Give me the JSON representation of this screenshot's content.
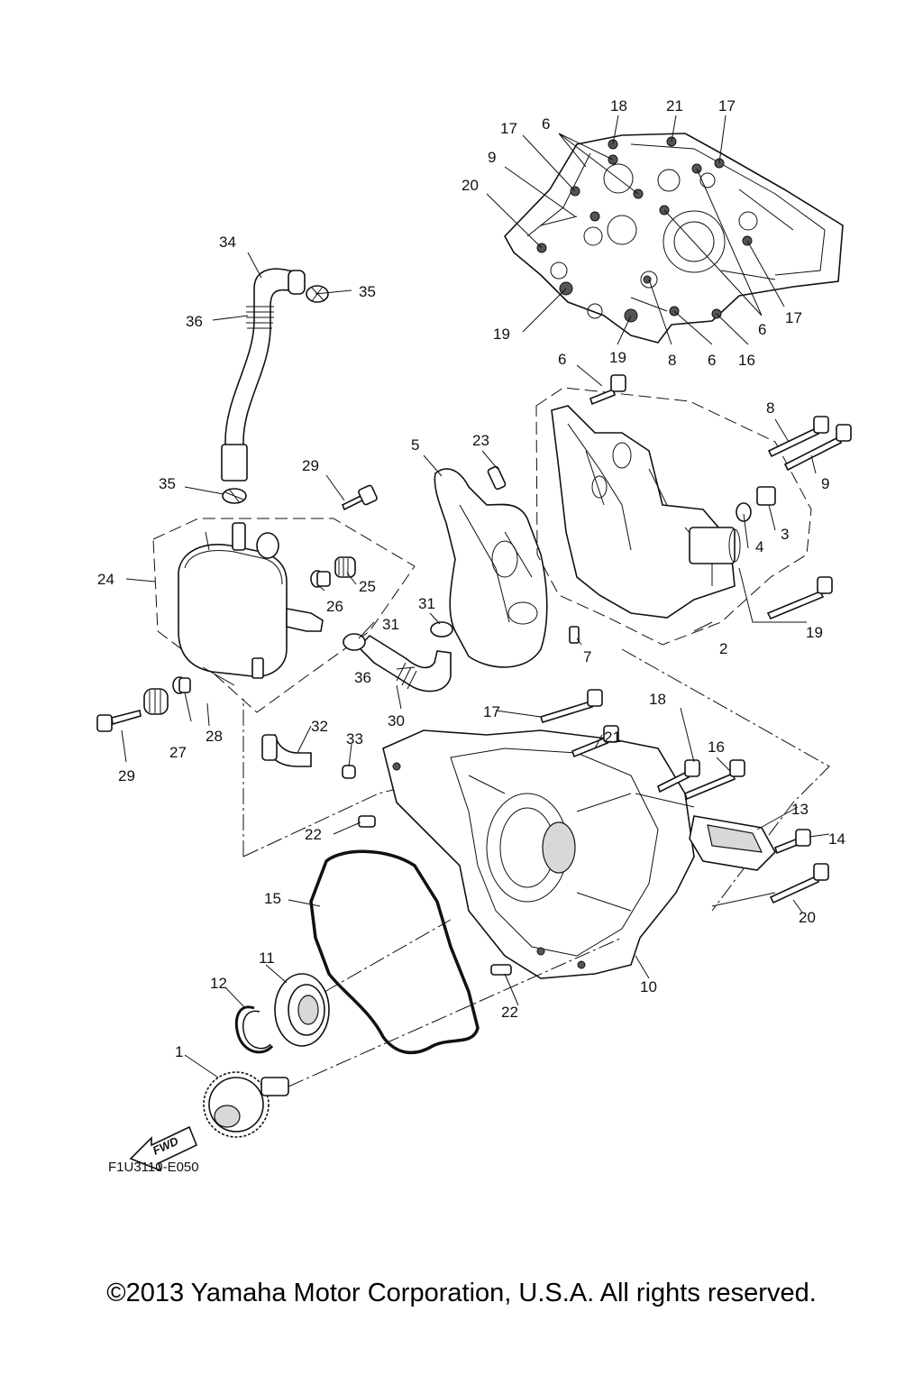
{
  "diagram": {
    "drawing_code": "F1U3110-E050",
    "fwd_label": "FWD",
    "copyright": "©2013 Yamaha Motor Corporation, U.S.A. All rights reserved.",
    "callouts": {
      "c1": "1",
      "c2": "2",
      "c3": "3",
      "c4": "4",
      "c5": "5",
      "c6a": "6",
      "c6b": "6",
      "c6c": "6",
      "c6d": "6",
      "c7": "7",
      "c8a": "8",
      "c8b": "8",
      "c9a": "9",
      "c9b": "9",
      "c10": "10",
      "c11": "11",
      "c12": "12",
      "c13": "13",
      "c14": "14",
      "c15": "15",
      "c16a": "16",
      "c16b": "16",
      "c17a": "17",
      "c17b": "17",
      "c17c": "17",
      "c17d": "17",
      "c18a": "18",
      "c18b": "18",
      "c19a": "19",
      "c19b": "19",
      "c19c": "19",
      "c20a": "20",
      "c20b": "20",
      "c21a": "21",
      "c21b": "21",
      "c22a": "22",
      "c22b": "22",
      "c23": "23",
      "c24": "24",
      "c25": "25",
      "c26": "26",
      "c27": "27",
      "c28": "28",
      "c29a": "29",
      "c29b": "29",
      "c30": "30",
      "c31a": "31",
      "c31b": "31",
      "c32": "32",
      "c33": "33",
      "c34": "34",
      "c35a": "35",
      "c35b": "35",
      "c36a": "36",
      "c36b": "36"
    }
  }
}
